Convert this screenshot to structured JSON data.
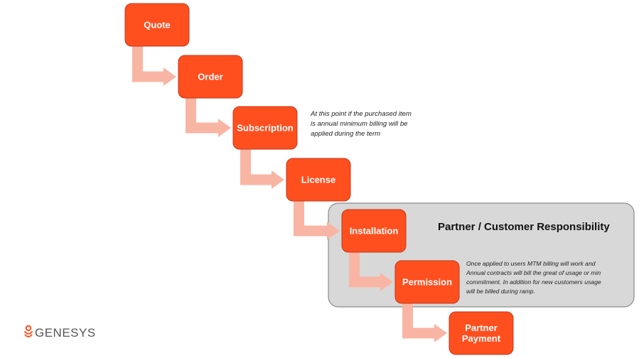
{
  "diagram": {
    "steps": [
      {
        "id": "quote",
        "lines": [
          "Quote"
        ]
      },
      {
        "id": "order",
        "lines": [
          "Order"
        ]
      },
      {
        "id": "subscription",
        "lines": [
          "Subscription"
        ]
      },
      {
        "id": "license",
        "lines": [
          "License"
        ]
      },
      {
        "id": "installation",
        "lines": [
          "Installation"
        ]
      },
      {
        "id": "permission",
        "lines": [
          "Permission"
        ]
      },
      {
        "id": "partner-payment",
        "lines": [
          "Partner",
          "Payment"
        ]
      }
    ],
    "connections": [
      [
        "quote",
        "order"
      ],
      [
        "order",
        "subscription"
      ],
      [
        "subscription",
        "license"
      ],
      [
        "license",
        "installation"
      ],
      [
        "installation",
        "permission"
      ],
      [
        "permission",
        "partner-payment"
      ]
    ],
    "zone": {
      "title": "Partner / Customer Responsibility",
      "note_lines": [
        "Once applied to users MTM billing will work and",
        "Annual contracts will bill the great of usage or min",
        "commitment. In addition for new customers usage",
        "will be billed during ramp."
      ]
    },
    "subscription_note_lines": [
      "At this point if the purchased item",
      "is annual minimum billing will be",
      "applied during the term"
    ]
  },
  "logo": {
    "text": "GENESYS",
    "icon": "genesys-logo-icon"
  },
  "colors": {
    "box_fill": "#ff4f1f",
    "box_stroke": "#c0391a",
    "arrow": "#f9b5a4",
    "zone_fill": "#d8d8d8",
    "zone_stroke": "#8c8c8c",
    "logo_accent": "#ff4f1f"
  }
}
